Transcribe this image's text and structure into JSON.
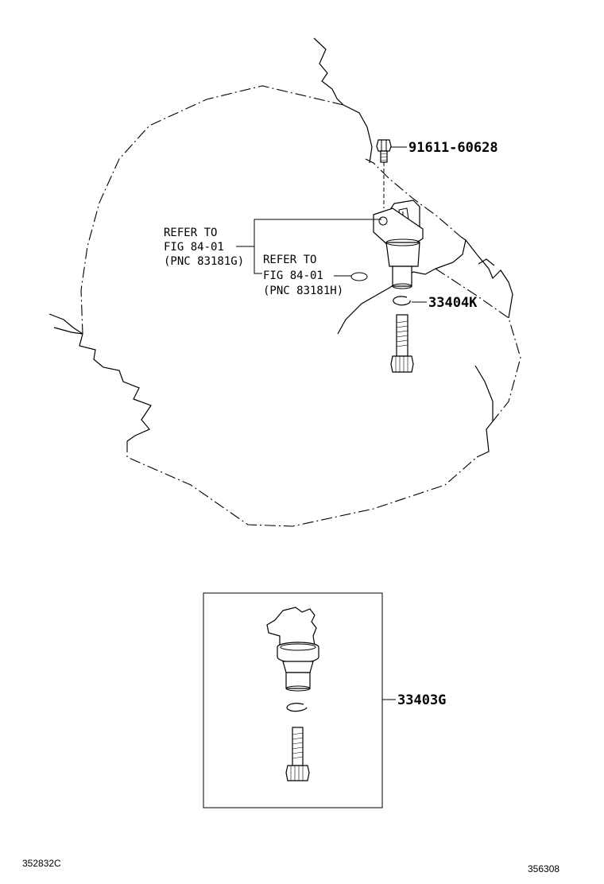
{
  "callouts": {
    "bolt_part_no": "91611-60628",
    "clip_part_no": "33404K",
    "assembly_part_no": "33403G"
  },
  "references": {
    "sensor": {
      "line1": "REFER TO",
      "line2": "FIG 84-01",
      "line3": "(PNC 83181G)"
    },
    "oring": {
      "line1": "REFER TO",
      "line2": "FIG 84-01",
      "line3": "(PNC 83181H)"
    }
  },
  "footer": {
    "left_code": "352832C",
    "right_code": "356308"
  }
}
